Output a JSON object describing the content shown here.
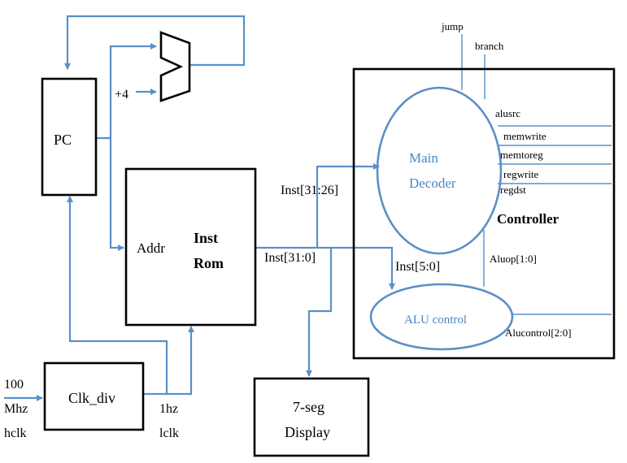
{
  "colors": {
    "wire": "#5b8fc7",
    "box_stroke": "#000000",
    "ellipse_text": "#4a86c4"
  },
  "blocks": {
    "pc": "PC",
    "inst_rom_line1": "Inst",
    "inst_rom_line2": "Rom",
    "addr": "Addr",
    "clk_div": "Clk_div",
    "seg_line1": "7-seg",
    "seg_line2": "Display",
    "controller": "Controller",
    "main_decoder_line1": "Main",
    "main_decoder_line2": "Decoder",
    "alu_control": "ALU control"
  },
  "signals": {
    "plus4": "+4",
    "clock_in_1": "100",
    "clock_in_2": "Mhz",
    "clock_in_3": "hclk",
    "clock_out_1": "1hz",
    "clock_out_2": "lclk",
    "inst_31_26": "Inst[31:26]",
    "inst_31_0": "Inst[31:0]",
    "inst_5_0": "Inst[5:0]",
    "jump": "jump",
    "branch": "branch",
    "alusrc": "alusrc",
    "memwrite": "memwrite",
    "memtoreg": "memtoreg",
    "regwrite": "regwrite",
    "regdst": "regdst",
    "aluop": "Aluop[1:0]",
    "alucontrol": "Alucontrol[2:0]"
  }
}
